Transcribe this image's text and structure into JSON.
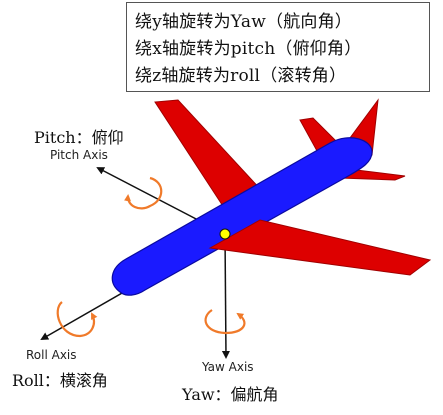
{
  "legend": {
    "lines": [
      "绕y轴旋转为Yaw（航向角）",
      "绕x轴旋转为pitch（俯仰角）",
      "绕z轴旋转为roll（滚转角）"
    ]
  },
  "labels": {
    "pitch_cn": "Pitch：俯仰",
    "pitch_axis": "Pitch Axis",
    "roll_axis": "Roll Axis",
    "roll_cn": "Roll：横滚角",
    "yaw_axis": "Yaw Axis",
    "yaw_cn": "Yaw：偏航角"
  },
  "colors": {
    "fuselage": "#1a1aff",
    "wings": "#dd0000",
    "rotation_arrows": "#f07a2a",
    "center_point": "#ffff00",
    "axes": "#111111"
  }
}
